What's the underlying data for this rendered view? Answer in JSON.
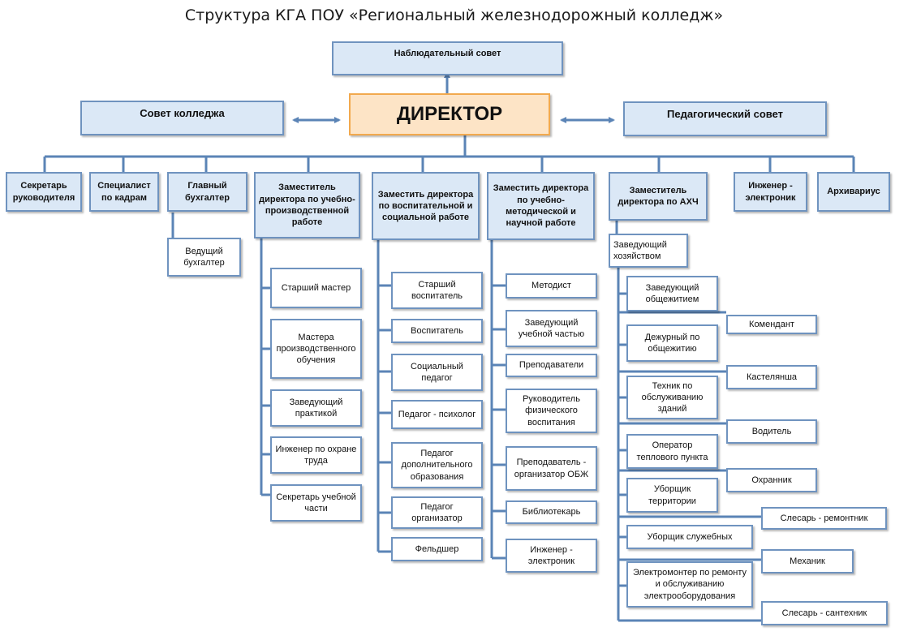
{
  "title": "Структура КГА ПОУ «Региональный железнодорожный колледж»",
  "colors": {
    "line": "#5b84b6",
    "box_fill": "#dbe8f6",
    "box_border": "#6f93bf",
    "director_fill": "#fde4c6",
    "director_border": "#f2a94e"
  },
  "nodes": {
    "supervisory": "Наблюдательный совет",
    "director": "ДИРЕКТОР",
    "college_council": "Совет колледжа",
    "ped_council": "Педагогический совет",
    "secretary": "Секретарь руководителя",
    "hr": "Специалист по кадрам",
    "chief_acc": "Главный бухгалтер",
    "dep_prod": "Заместитель директора по учебно-производственной работе",
    "dep_edu": "Заместить директора по воспитательной и социальной работе",
    "dep_method": "Заместить директора по учебно-методической и научной работе",
    "dep_ahch": "Заместитель директора по АХЧ",
    "eng_top": "Инженер - электроник",
    "archivist": "Архивариус",
    "lead_acc": "Ведущий бухгалтер",
    "p1": "Старший мастер",
    "p2": "Мастера производственного обучения",
    "p3": "Заведующий практикой",
    "p4": "Инженер по охране труда",
    "p5": "Секретарь учебной части",
    "e1": "Старший воспитатель",
    "e2": "Воспитатель",
    "e3": "Социальный педагог",
    "e4": "Педагог - психолог",
    "e5": "Педагог дополнительного образования",
    "e6": "Педагог организатор",
    "e7": "Фельдшер",
    "m1": "Методист",
    "m2": "Заведующий учебной частью",
    "m3": "Преподаватели",
    "m4": "Руководитель физического воспитания",
    "m5": "Преподаватель - организатор ОБЖ",
    "m6": "Библиотекарь",
    "m7": "Инженер - электроник",
    "a0": "Заведующий хозяйством",
    "a1": "Заведующий общежитием",
    "a2": "Дежурный по общежитию",
    "a3": "Техник по обслуживанию зданий",
    "a4": "Оператор теплового пункта",
    "a5": "Уборщик территории",
    "a6": "Уборщик служебных",
    "a7": "Электромонтер по ремонту и обслуживанию электрооборудования",
    "r1": "Комендант",
    "r2": "Кастелянша",
    "r3": "Водитель",
    "r4": "Охранник",
    "r5": "Слесарь - ремонтник",
    "r6": "Механик",
    "r7": "Слесарь - сантехник"
  }
}
